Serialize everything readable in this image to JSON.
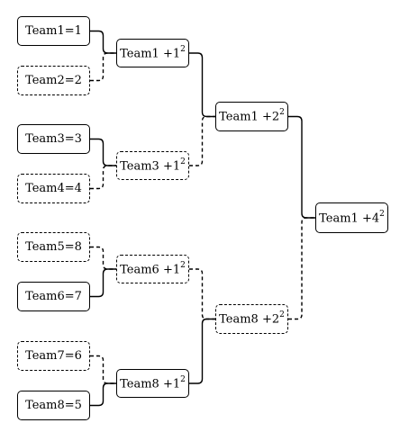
{
  "rounds": [
    {
      "nodes": [
        {
          "label": "Team1=1",
          "winner": true
        },
        {
          "label": "Team2=2",
          "winner": false
        },
        {
          "label": "Team3=3",
          "winner": true
        },
        {
          "label": "Team4=4",
          "winner": false
        },
        {
          "label": "Team5=8",
          "winner": false
        },
        {
          "label": "Team6=7",
          "winner": true
        },
        {
          "label": "Team7=6",
          "winner": false
        },
        {
          "label": "Team8=5",
          "winner": true
        }
      ]
    },
    {
      "nodes": [
        {
          "base": "Team1 +1",
          "sup": "2",
          "winner": true
        },
        {
          "base": "Team3 +1",
          "sup": "2",
          "winner": false
        },
        {
          "base": "Team6 +1",
          "sup": "2",
          "winner": false
        },
        {
          "base": "Team8 +1",
          "sup": "2",
          "winner": true
        }
      ]
    },
    {
      "nodes": [
        {
          "base": "Team1 +2",
          "sup": "2",
          "winner": true
        },
        {
          "base": "Team8 +2",
          "sup": "2",
          "winner": false
        }
      ]
    },
    {
      "nodes": [
        {
          "base": "Team1 +4",
          "sup": "2",
          "winner": true
        }
      ]
    }
  ],
  "line_color": "#000000"
}
